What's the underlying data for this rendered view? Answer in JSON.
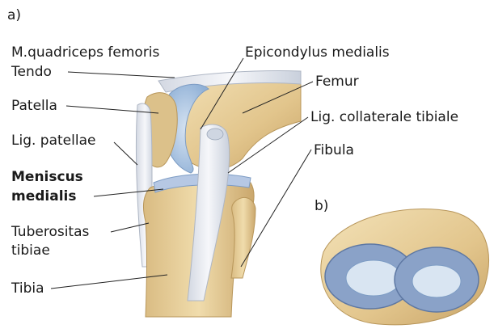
{
  "panel_a": {
    "tag": "a)",
    "labels": {
      "quadriceps": "M.quadriceps femoris",
      "tendo": "Tendo",
      "patella": "Patella",
      "lig_patellae": "Lig. patellae",
      "meniscus_line1": "Meniscus",
      "meniscus_line2": "medialis",
      "tuberositas_line1": "Tuberositas",
      "tuberositas_line2": "tibiae",
      "tibia": "Tibia",
      "epicondylus": "Epicondylus medialis",
      "femur": "Femur",
      "lig_collaterale": "Lig. collaterale tibiale",
      "fibula": "Fibula"
    }
  },
  "panel_b": {
    "tag": "b)"
  },
  "colors": {
    "bone": "#e7cf9c",
    "bone_dark": "#c9a767",
    "cartilage": "#aac4e0",
    "ligament": "#eef0f4",
    "meniscus": "#8aa2c8",
    "leader": "#222222"
  }
}
